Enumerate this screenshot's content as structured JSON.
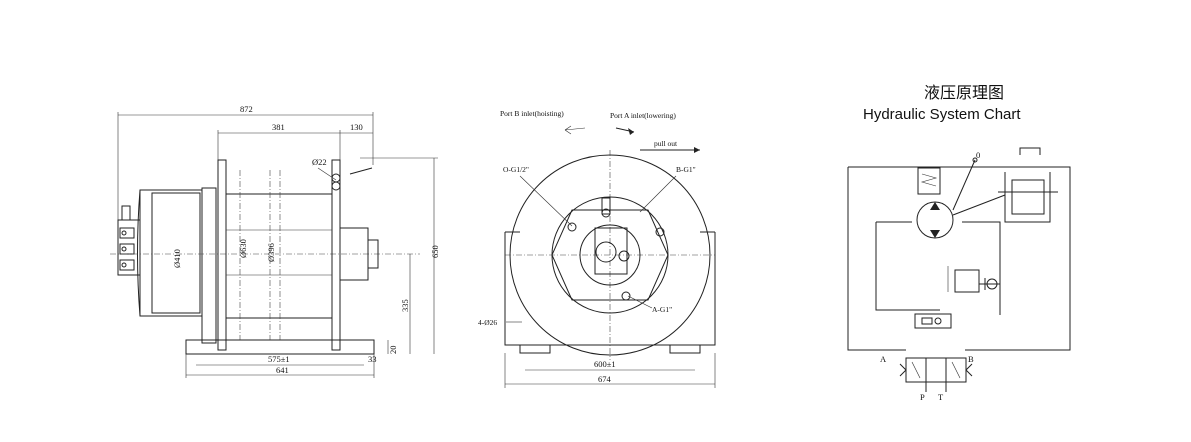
{
  "side_view": {
    "dims": {
      "total_length": "872",
      "drum_length": "381",
      "flange_offset": "130",
      "rope_dia": "Ø22",
      "motor_dia": "Ø410",
      "flange_dia": "Ø630",
      "drum_dia": "Ø396",
      "height": "650",
      "center_height": "335",
      "base_thickness": "20",
      "base_length": "575±1",
      "base_total": "641",
      "base_end": "33"
    }
  },
  "front_view": {
    "top_labels": {
      "port_b": "Port B inlet(hoisting)",
      "port_a": "Port A inlet(lowering)",
      "pull_out": "pull out"
    },
    "ports": {
      "o_port": "O-G1/2\"",
      "b_port": "B-G1\"",
      "a_port": "A-G1\""
    },
    "dims": {
      "mount_holes": "4-Ø26",
      "hole_spacing": "600±1",
      "base_width": "674"
    }
  },
  "hydraulic": {
    "title_cn": "液压原理图",
    "title_en": "Hydraulic System Chart",
    "labels": {
      "zero": "0",
      "a": "A",
      "b": "B",
      "p": "P",
      "t": "T"
    }
  }
}
